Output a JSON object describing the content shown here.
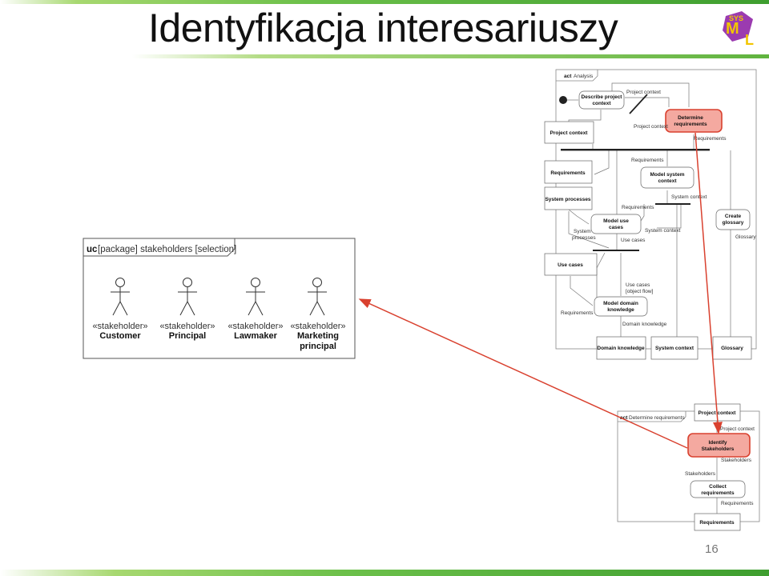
{
  "slide": {
    "title": "Identyfikacja interesariuszy",
    "page_number": "16",
    "logo_text": "SysML"
  },
  "uc_diagram": {
    "header_keyword": "uc",
    "header_text": "[package] stakeholders [selection]",
    "actors": [
      {
        "stereotype": "«stakeholder»",
        "name": "Customer",
        "name2": ""
      },
      {
        "stereotype": "«stakeholder»",
        "name": "Principal",
        "name2": ""
      },
      {
        "stereotype": "«stakeholder»",
        "name": "Lawmaker",
        "name2": ""
      },
      {
        "stereotype": "«stakeholder»",
        "name": "Marketing",
        "name2": "principal"
      }
    ]
  },
  "act_analysis": {
    "header_keyword": "act",
    "header_text": "Analysis",
    "actions": {
      "describe_line1": "Describe project",
      "describe_line2": "context",
      "determine_line1": "Determine",
      "determine_line2": "requirements",
      "model_system_line1": "Model system",
      "model_system_line2": "context",
      "model_use_line1": "Model use",
      "model_use_line2": "cases",
      "create_glossary_line1": "Create",
      "create_glossary_line2": "glossary",
      "model_domain_line1": "Model domain",
      "model_domain_line2": "knowledge"
    },
    "objects": {
      "project_context": "Project context",
      "requirements": "Requirements",
      "system_processes": "System processes",
      "use_cases": "Use cases",
      "domain_knowledge": "Domain knowledge",
      "system_context": "System context",
      "glossary": "Glossary"
    },
    "labels": {
      "pin_project_context_a": "Project context",
      "pin_project_context_b": "Project context",
      "pin_requirements_a": "Requirements",
      "pin_requirements_b": "Requirements",
      "pin_requirements_c": "Requirements",
      "pin_requirements_d": "Requirements",
      "pin_system_context_a": "System context",
      "pin_system_context_b": "System context",
      "pin_system_processes_1": "System",
      "pin_system_processes_2": "processes",
      "pin_use_cases_a": "Use cases",
      "pin_use_cases_b": "Use cases",
      "pin_object_flow": "[object flow]",
      "pin_domain_knowledge": "Domain knowledge",
      "pin_glossary": "Glossary"
    }
  },
  "act_determine": {
    "header_keyword": "act",
    "header_text": "Determine requirements",
    "project_context_object": "Project context",
    "pin_project_context": "Project context",
    "identify_line1": "Identify",
    "identify_line2": "Stakeholders",
    "pin_stakeholders_out": "Stakeholders",
    "pin_stakeholders_in": "Stakeholders",
    "collect_line1": "Collect",
    "collect_line2": "requirements",
    "pin_requirements": "Requirements",
    "requirements_object": "Requirements"
  },
  "colors": {
    "highlight_fill": "#f4a9a0",
    "highlight_stroke": "#d9412f",
    "arrow": "#d9412f",
    "green_accent": "#5fb33e"
  }
}
